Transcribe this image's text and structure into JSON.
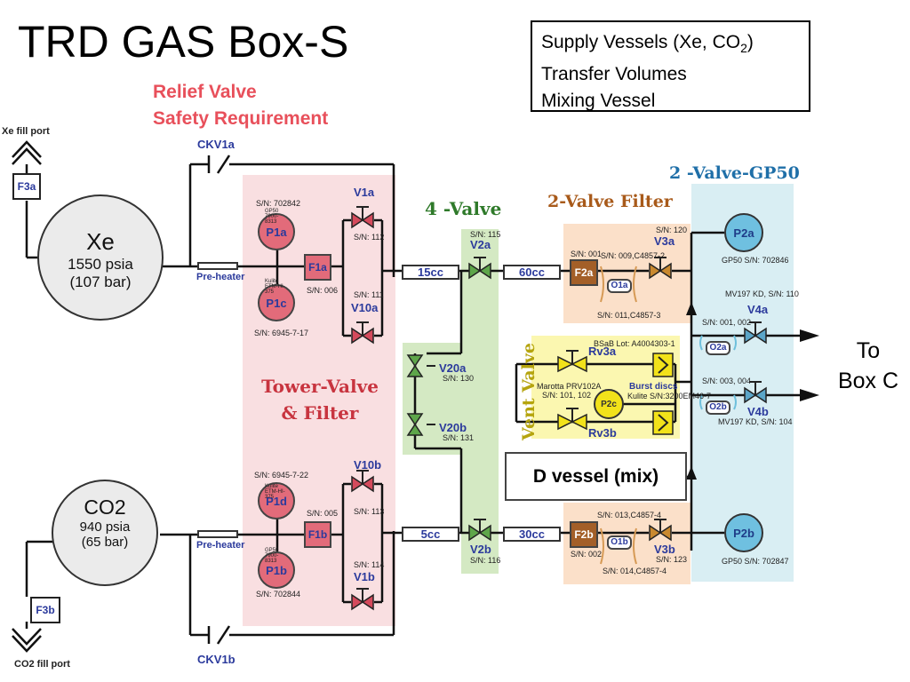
{
  "title": "TRD GAS Box-S",
  "relief": {
    "line1": "Relief Valve",
    "line2": "Safety Requirement"
  },
  "legend": {
    "line1": "Supply Vessels (Xe, CO",
    "line1_sub": "2",
    "line1_end": ")",
    "line2": "Transfer Volumes",
    "line3": "Mixing Vessel"
  },
  "sections": {
    "tower": {
      "line1": "Tower-Valve",
      "line2": "& Filter"
    },
    "four_valve": "4 -Valve",
    "two_valve_filter": "2-Valve Filter",
    "gp50": "2 -Valve-GP50",
    "vent": "Vent Valve"
  },
  "ports": {
    "xe_fill": "Xe fill port",
    "co2_fill": "CO2 fill port",
    "to_box_line1": "To",
    "to_box_line2": "Box C"
  },
  "tanks": {
    "xe": {
      "name": "Xe",
      "psia": "1550 psia",
      "bar": "(107 bar)"
    },
    "co2": {
      "name": "CO2",
      "psia": "940 psia",
      "bar": "(65 bar)"
    }
  },
  "filters": {
    "f3a": "F3a",
    "f3b": "F3b",
    "f1a": "F1a",
    "f1b": "F1b",
    "f2a": "F2a",
    "f2b": "F2b"
  },
  "check_valves": {
    "ckv1a": "CKV1a",
    "ckv1b": "CKV1b"
  },
  "preheater": "Pre-heater",
  "pressure": {
    "p1a": "P1a",
    "p1c": "P1c",
    "p1d": "P1d",
    "p1b": "P1b",
    "p2a": "P2a",
    "p2b": "P2b",
    "p2c": "P2c"
  },
  "valves": {
    "v1a": "V1a",
    "v10a": "V10a",
    "v10b": "V10b",
    "v1b": "V1b",
    "v2a": "V2a",
    "v2b": "V2b",
    "v20a": "V20a",
    "v20b": "V20b",
    "v3a": "V3a",
    "v3b": "V3b",
    "v4a": "V4a",
    "v4b": "V4b",
    "rv3a": "Rv3a",
    "rv3b": "Rv3b"
  },
  "orifices": {
    "o1a": "O1a",
    "o1b": "O1b",
    "o2a": "O2a",
    "o2b": "O2b"
  },
  "volumes": {
    "v15": "15cc",
    "v60": "60cc",
    "v5": "5cc",
    "v30": "30cc"
  },
  "dvessel": "D vessel (mix)",
  "burst": "Burst discs",
  "serials": {
    "p1a": "S/N: 702842",
    "p1a_model": "GP50 7900-8313",
    "p1c_model": "Kulite ETM-HI-375",
    "p1c": "S/N: 6945-7-17",
    "f1a": "S/N: 006",
    "v1a": "S/N: 112",
    "v10a": "S/N: 111",
    "p1d": "S/N: 6945-7-22",
    "p1d_model": "Kulite ETM-HI-375",
    "p1b_model": "GP50 7900-8313",
    "p1b": "S/N: 702844",
    "f1b": "S/N: 005",
    "v10b": "S/N: 113",
    "v1b": "S/N: 114",
    "v2a": "S/N: 115",
    "v2b": "S/N: 116",
    "v20a": "S/N: 130",
    "v20b": "S/N: 131",
    "f2a": "S/N: 001",
    "f2a_b": "S/N: 009,C4857-2",
    "o1a": "S/N: 011,C4857-3",
    "v3a": "S/N: 120",
    "f2b": "S/N: 002",
    "f2b_b": "S/N: 013,C4857-4",
    "o1b": "S/N: 014,C4857-4",
    "v3b": "S/N: 123",
    "p2a": "GP50 S/N: 702846",
    "p2b": "GP50 S/N: 702847",
    "v4a": "MV197 KD, S/N: 110",
    "o2a": "S/N: 001, 002",
    "o2b": "S/N: 003, 004",
    "v4b": "MV197 KD, S/N: 104",
    "bsab": "BSaB Lot: A4004303-1",
    "marotta": "Marotta PRV102A",
    "rv": "S/N: 101, 102",
    "kulite": "Kulite S/N:3200EM46-7"
  }
}
